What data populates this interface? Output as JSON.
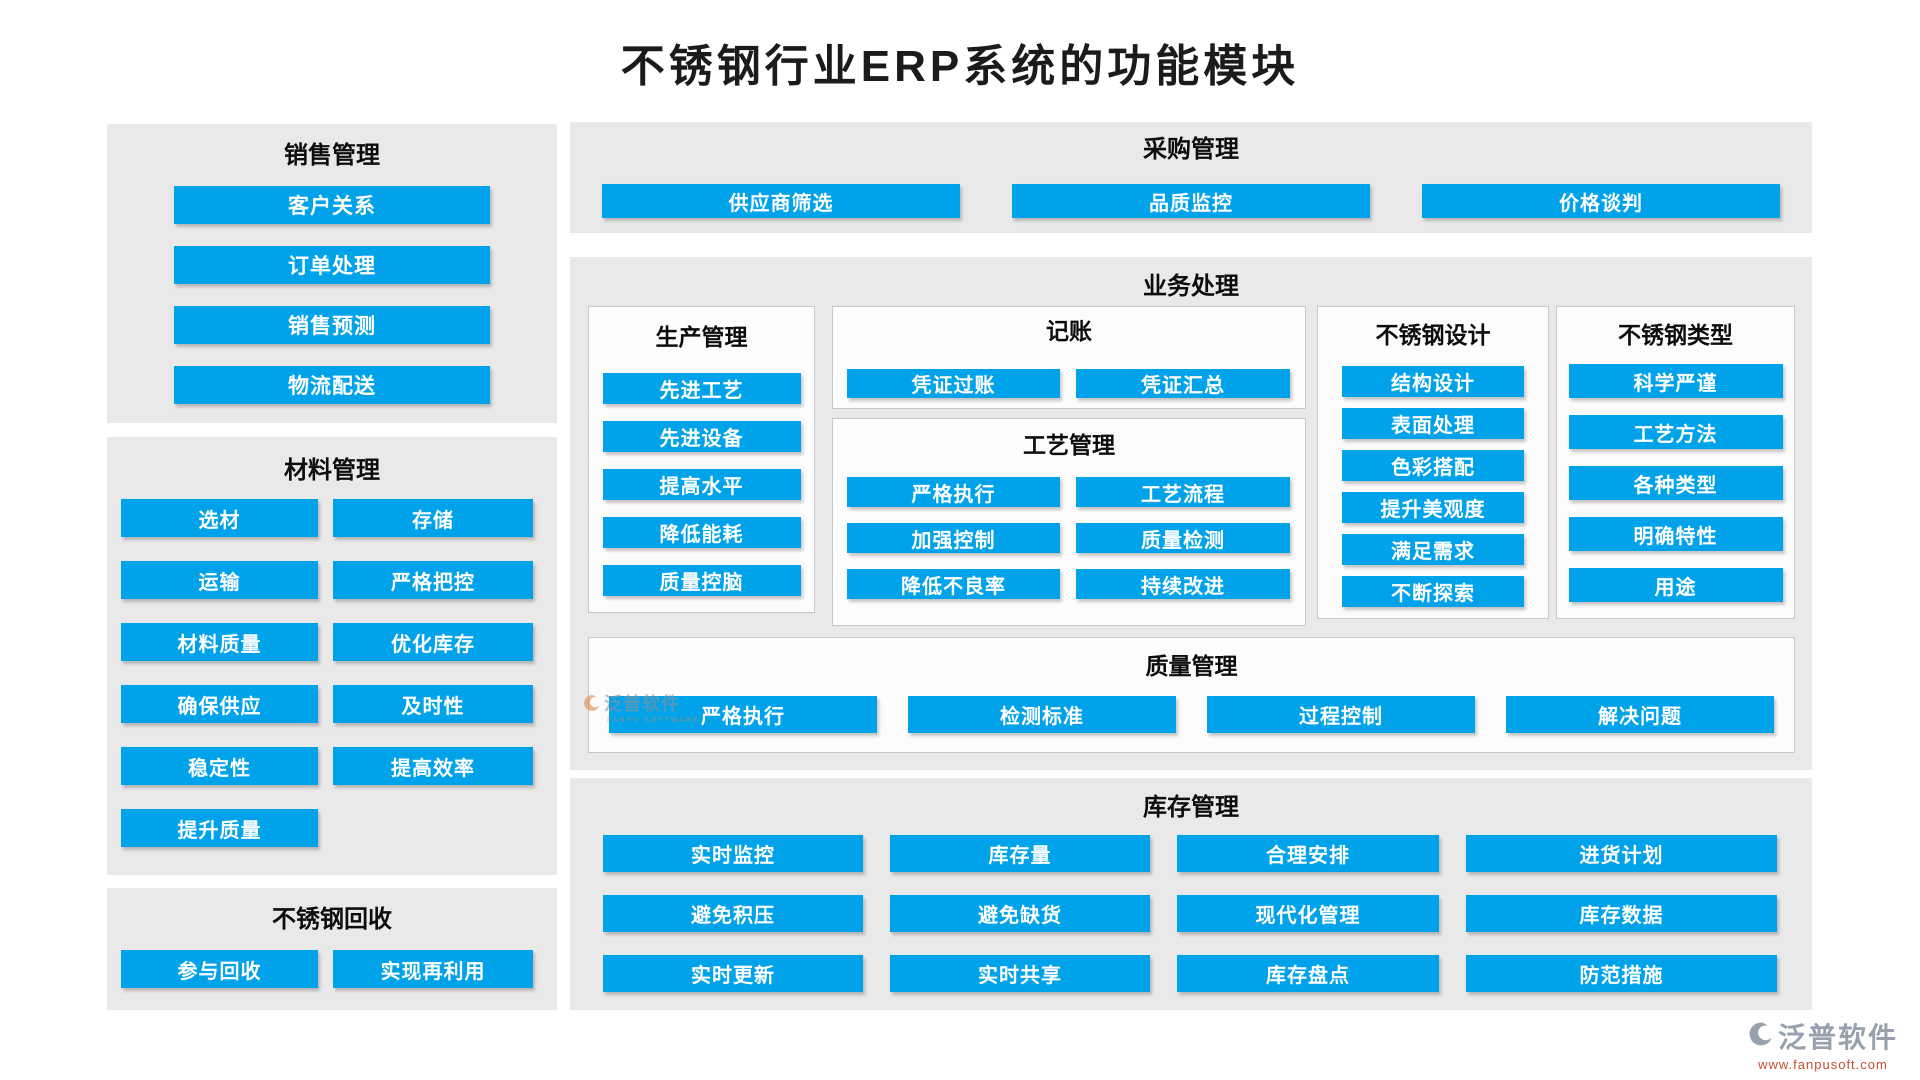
{
  "title": "不锈钢行业ERP系统的功能模块",
  "colors": {
    "accent": "#00a2e9",
    "panel_bg": "#e9e9e9",
    "subpanel_bg": "#fcfcfc",
    "brand_grey": "#97a1ad",
    "url_red": "#c4502e"
  },
  "sales": {
    "title": "销售管理",
    "items": [
      "客户关系",
      "订单处理",
      "销售预测",
      "物流配送"
    ]
  },
  "material": {
    "title": "材料管理",
    "items": [
      "选材",
      "存储",
      "运输",
      "严格把控",
      "材料质量",
      "优化库存",
      "确保供应",
      "及时性",
      "稳定性",
      "提高效率",
      "提升质量"
    ]
  },
  "recycle": {
    "title": "不锈钢回收",
    "items": [
      "参与回收",
      "实现再利用"
    ]
  },
  "purchase": {
    "title": "采购管理",
    "items": [
      "供应商筛选",
      "品质监控",
      "价格谈判"
    ]
  },
  "business": {
    "title": "业务处理",
    "production": {
      "title": "生产管理",
      "items": [
        "先进工艺",
        "先进设备",
        "提高水平",
        "降低能耗",
        "质量控脑"
      ]
    },
    "accounting": {
      "title": "记账",
      "items": [
        "凭证过账",
        "凭证汇总"
      ]
    },
    "process": {
      "title": "工艺管理",
      "items": [
        "严格执行",
        "工艺流程",
        "加强控制",
        "质量检测",
        "降低不良率",
        "持续改进"
      ]
    },
    "design": {
      "title": "不锈钢设计",
      "items": [
        "结构设计",
        "表面处理",
        "色彩搭配",
        "提升美观度",
        "满足需求",
        "不断探索"
      ]
    },
    "types": {
      "title": "不锈钢类型",
      "items": [
        "科学严谨",
        "工艺方法",
        "各种类型",
        "明确特性",
        "用途"
      ]
    },
    "quality": {
      "title": "质量管理",
      "items": [
        "严格执行",
        "检测标准",
        "过程控制",
        "解决问题"
      ]
    }
  },
  "inventory": {
    "title": "库存管理",
    "items": [
      "实时监控",
      "库存量",
      "合理安排",
      "进货计划",
      "避免积压",
      "避免缺货",
      "现代化管理",
      "库存数据",
      "实时更新",
      "实时共享",
      "库存盘点",
      "防范措施"
    ]
  },
  "watermark": {
    "brand": "泛普软件",
    "brand_caps": "FANPU SOFTWARE",
    "url": "www.fanpusoft.com"
  }
}
